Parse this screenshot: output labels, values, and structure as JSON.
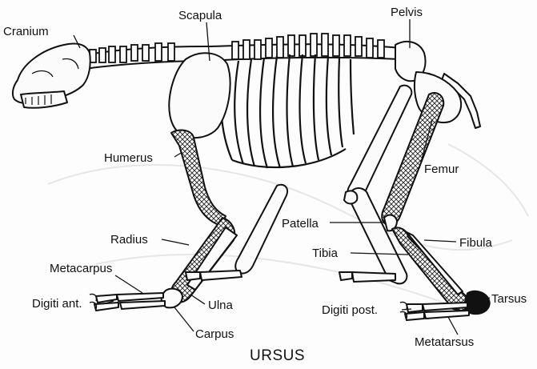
{
  "title": "URSUS",
  "labels": {
    "cranium": "Cranium",
    "scapula": "Scapula",
    "pelvis": "Pelvis",
    "humerus": "Humerus",
    "femur": "Femur",
    "radius": "Radius",
    "patella": "Patella",
    "fibula": "Fibula",
    "tibia": "Tibia",
    "metacarpus": "Metacarpus",
    "digiti_ant": "Digiti ant.",
    "ulna": "Ulna",
    "carpus": "Carpus",
    "digiti_post": "Digiti post.",
    "tarsus": "Tarsus",
    "metatarsus": "Metatarsus"
  },
  "colors": {
    "ink": "#111111",
    "paper": "#fdfdfd"
  }
}
